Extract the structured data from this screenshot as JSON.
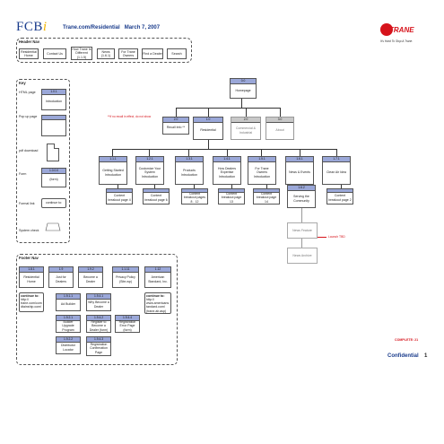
{
  "brand": {
    "logo_letters": "FCB",
    "logo_i": "i",
    "title": "Trane.com/Residential",
    "date": "March 7, 2007",
    "trane_logo": "TRANE",
    "tagline": "It's Hard To Stop A Trane."
  },
  "header_nav": {
    "label": "Header Nav",
    "items": [
      "Residential Home",
      "Contact Us",
      "How Trane Is Different (1.1.5)",
      "News (1.6.1)",
      "For Trane Owners",
      "Find a Dealer",
      "Search"
    ]
  },
  "key": {
    "label": "Key",
    "html_page": {
      "label": "HTML page",
      "num": "1.0.1",
      "text": "Introduction"
    },
    "popup": {
      "label": "Pop up page"
    },
    "pdf": {
      "label": "pdf download"
    },
    "form": {
      "label": "Form",
      "num": "1.0.0.0",
      "text": "(form)"
    },
    "formal_link": {
      "label": "Formal link",
      "text": "continue to:"
    },
    "system_check": {
      "label": "System check"
    }
  },
  "sitemap": {
    "homepage": {
      "num": "0.0",
      "text": "Homepage"
    },
    "note": "**If no recall in effect, do not show",
    "level1": [
      {
        "num": "2.0",
        "text": "Recall Info **"
      },
      {
        "num": "1.0",
        "text": "Residential"
      },
      {
        "num": "2.0",
        "text": "Commercial & Industrial"
      },
      {
        "num": "3.0",
        "text": "About"
      }
    ],
    "level2": [
      {
        "num": "1.1.1",
        "text": "Getting Started Introduction"
      },
      {
        "num": "1.2.1",
        "text": "Customize Your System Introduction"
      },
      {
        "num": "1.3.1",
        "text": "Products Introduction"
      },
      {
        "num": "1.4.1",
        "text": "How Dealers Expertise Introduction"
      },
      {
        "num": "1.5.1",
        "text": "For Trane Owners Introduction"
      },
      {
        "num": "1.6.1",
        "text": "News & Events"
      },
      {
        "num": "1.7.1",
        "text": "Clean Air Idea"
      }
    ],
    "level3": [
      "Content breakout page 4",
      "Content breakout page 6",
      "Content breakout pages 8 - 12",
      "Content breakout page 13",
      "Content breakout page 14",
      "Content breakout page 2"
    ],
    "serving": {
      "num": "1.6.2",
      "text": "Serving the Community"
    },
    "news_feature": "News Feature",
    "news_archive": "News Archive",
    "launch_note": "Launch TBD"
  },
  "footer_nav": {
    "label": "Footer Nav",
    "items": [
      {
        "num": "1.8.1",
        "text": "Residential Home"
      },
      {
        "num": "1.9",
        "text": "Just for Dealers"
      },
      {
        "num": "1.9.2",
        "text": "Become a Dealer"
      },
      {
        "num": "1.1.11",
        "text": "Privacy Policy (Site-wp)"
      },
      {
        "num": "1.12",
        "text": "American Standard, Inc."
      }
    ],
    "continue_left": {
      "text": "continue to:",
      "url": "http:// trane.com/com dtainship.com/"
    },
    "continue_right": {
      "text": "continue to:",
      "url": "http:// www.americans tandard.com/ (trane.air.asp)"
    },
    "sub": [
      {
        "num": "1.9.1.1",
        "text": "Ad Builder"
      },
      {
        "num": "1.9.2.1",
        "text": "Builder Upgrade Program"
      },
      {
        "num": "1.9.2.2",
        "text": "Distributor Locator"
      },
      {
        "num": "1.9.4.1",
        "text": "Why Become a Dealer"
      },
      {
        "num": "1.9.4.2",
        "text": "Register to Become a Dealer (form)"
      },
      {
        "num": "1.9.4.3",
        "text": "Registration Confirmation Page"
      },
      {
        "num": "1.9.4.4",
        "text": "Registration Error Page (form)"
      }
    ]
  },
  "status": {
    "complete": "COMPLETE: 21",
    "confidential": "Confidential",
    "page": "1"
  },
  "colors": {
    "header_blue": "#9aa7d8",
    "gray": "#c8c8c8",
    "red": "#d6131b",
    "brand_blue": "#1a3c8c"
  }
}
